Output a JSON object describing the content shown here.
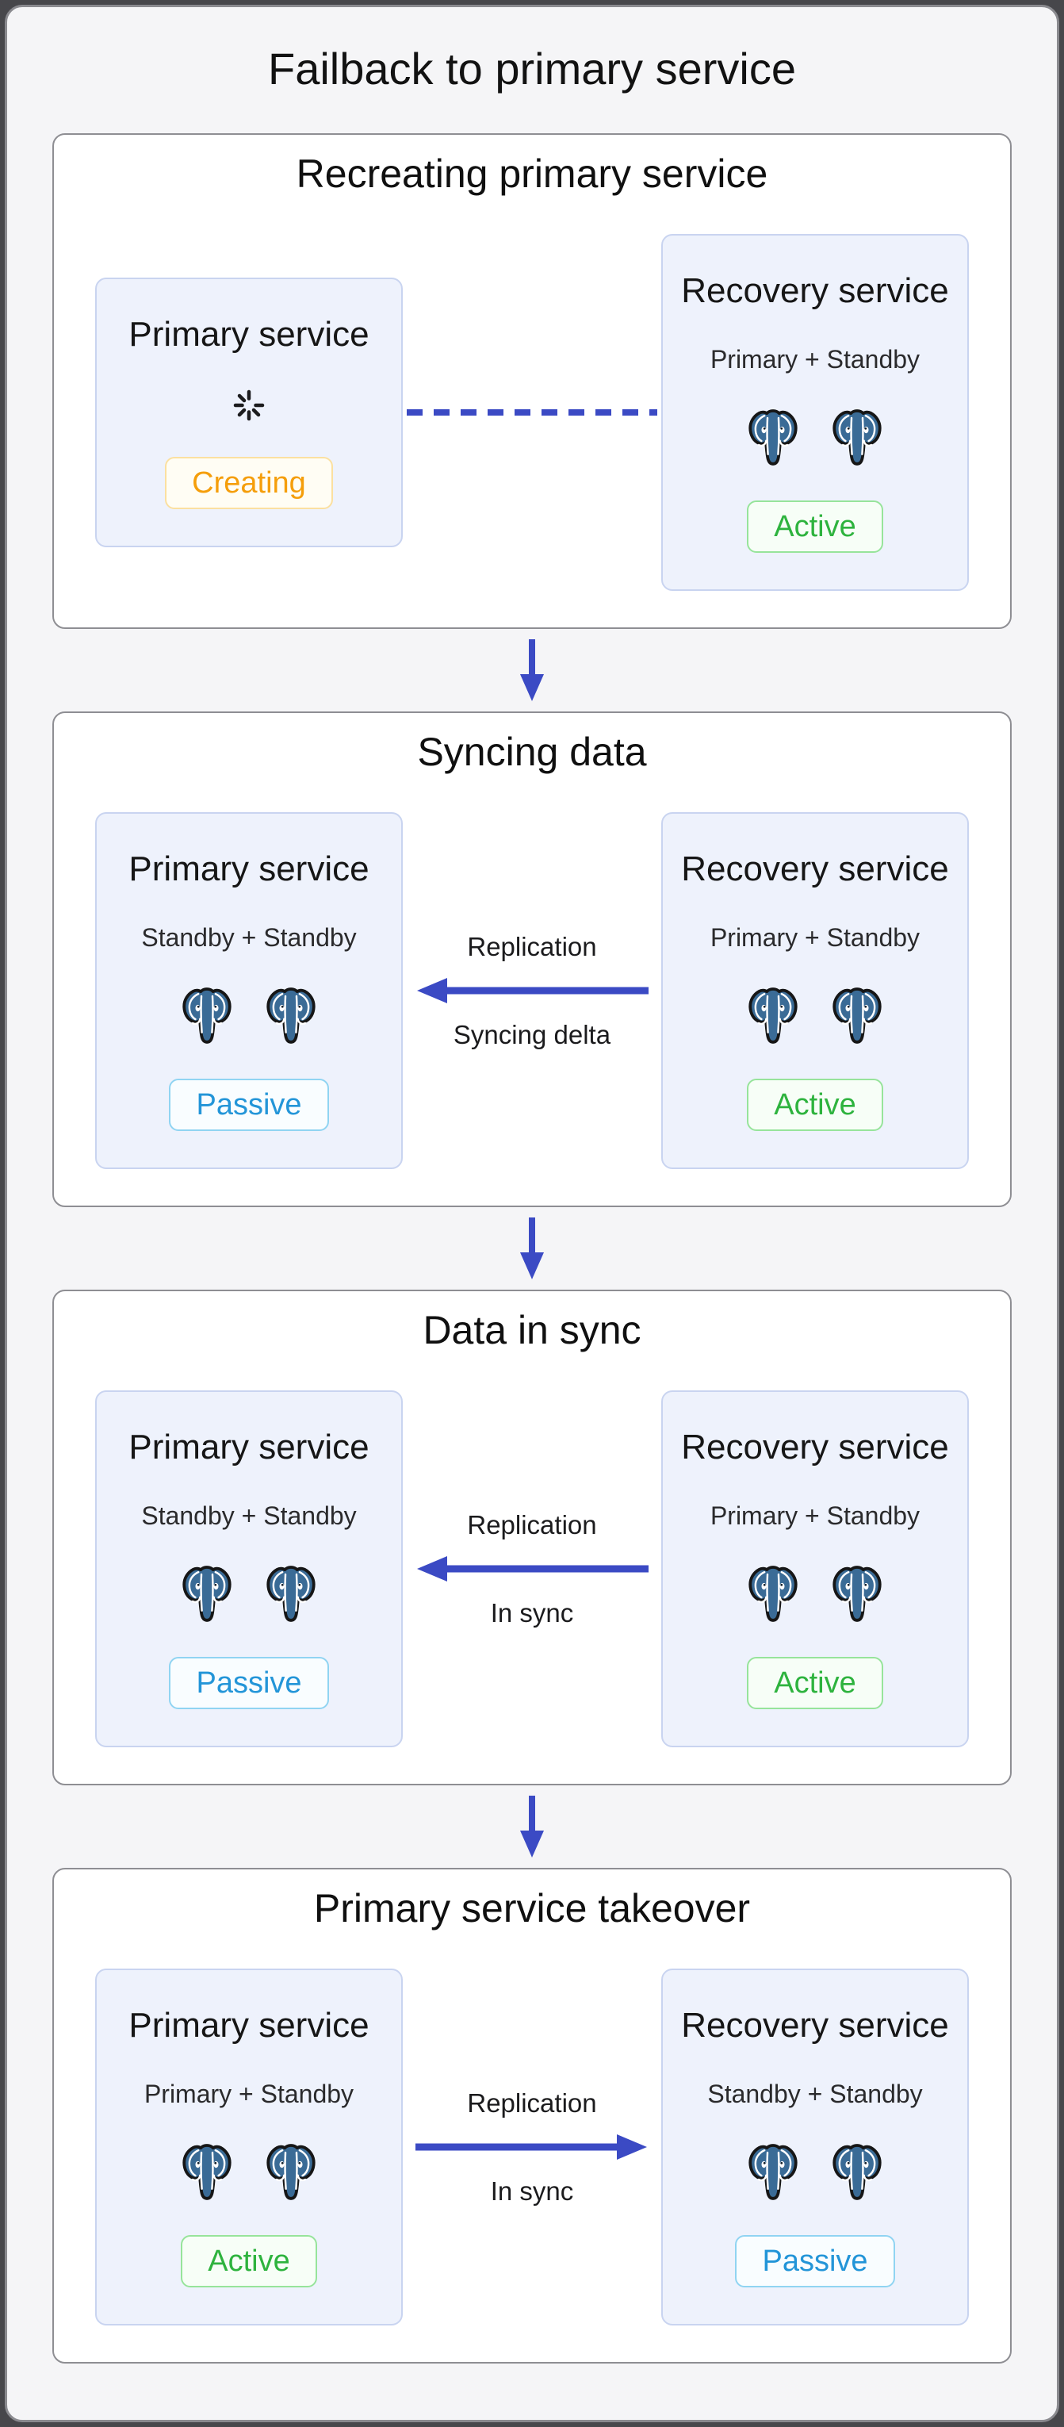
{
  "page": {
    "title": "Failback to primary service"
  },
  "colors": {
    "card_bg": "#f5f5f7",
    "card_border": "#8a8a8f",
    "stage_bg": "#ffffff",
    "stage_border": "#8e8e93",
    "service_box_bg": "#eef2fc",
    "service_box_border": "#c9d4f0",
    "arrow_blue": "#3b4ac4",
    "elephant_blue": "#3a6b96",
    "creating_text": "#f59e0b",
    "creating_border": "#fbe0a0",
    "creating_bg": "#fffdf4",
    "active_text": "#2eb33e",
    "active_border": "#97e49b",
    "active_bg": "#f7fef7",
    "passive_text": "#2395d8",
    "passive_border": "#90d4f2",
    "passive_bg": "#f9fdff"
  },
  "icons": {
    "postgres": "postgresql-elephant-icon",
    "loading": "loading-spinner-icon",
    "flow": "down-arrow-icon"
  },
  "sections": [
    {
      "title": "Recreating primary service",
      "left": {
        "title": "Primary service",
        "icon": "loading-spinner-icon",
        "badge": {
          "label": "Creating",
          "state": "creating"
        }
      },
      "connector": {
        "type": "dashed-line",
        "direction": "none",
        "label_top": "",
        "label_bottom": ""
      },
      "right": {
        "title": "Recovery service",
        "subtitle": "Primary + Standby",
        "icon": "postgresql-elephant-icon",
        "icon_count": 2,
        "badge": {
          "label": "Active",
          "state": "active"
        }
      }
    },
    {
      "title": "Syncing data",
      "left": {
        "title": "Primary service",
        "subtitle": "Standby + Standby",
        "icon": "postgresql-elephant-icon",
        "icon_count": 2,
        "badge": {
          "label": "Passive",
          "state": "passive"
        }
      },
      "connector": {
        "type": "arrow",
        "direction": "left",
        "label_top": "Replication",
        "label_bottom": "Syncing delta"
      },
      "right": {
        "title": "Recovery service",
        "subtitle": "Primary + Standby",
        "icon": "postgresql-elephant-icon",
        "icon_count": 2,
        "badge": {
          "label": "Active",
          "state": "active"
        }
      }
    },
    {
      "title": "Data in sync",
      "left": {
        "title": "Primary service",
        "subtitle": "Standby + Standby",
        "icon": "postgresql-elephant-icon",
        "icon_count": 2,
        "badge": {
          "label": "Passive",
          "state": "passive"
        }
      },
      "connector": {
        "type": "arrow",
        "direction": "left",
        "label_top": "Replication",
        "label_bottom": "In sync"
      },
      "right": {
        "title": "Recovery service",
        "subtitle": "Primary + Standby",
        "icon": "postgresql-elephant-icon",
        "icon_count": 2,
        "badge": {
          "label": "Active",
          "state": "active"
        }
      }
    },
    {
      "title": "Primary service takeover",
      "left": {
        "title": "Primary service",
        "subtitle": "Primary + Standby",
        "icon": "postgresql-elephant-icon",
        "icon_count": 2,
        "badge": {
          "label": "Active",
          "state": "active"
        }
      },
      "connector": {
        "type": "arrow",
        "direction": "right",
        "label_top": "Replication",
        "label_bottom": "In sync"
      },
      "right": {
        "title": "Recovery service",
        "subtitle": "Standby + Standby",
        "icon": "postgresql-elephant-icon",
        "icon_count": 2,
        "badge": {
          "label": "Passive",
          "state": "passive"
        }
      }
    }
  ]
}
